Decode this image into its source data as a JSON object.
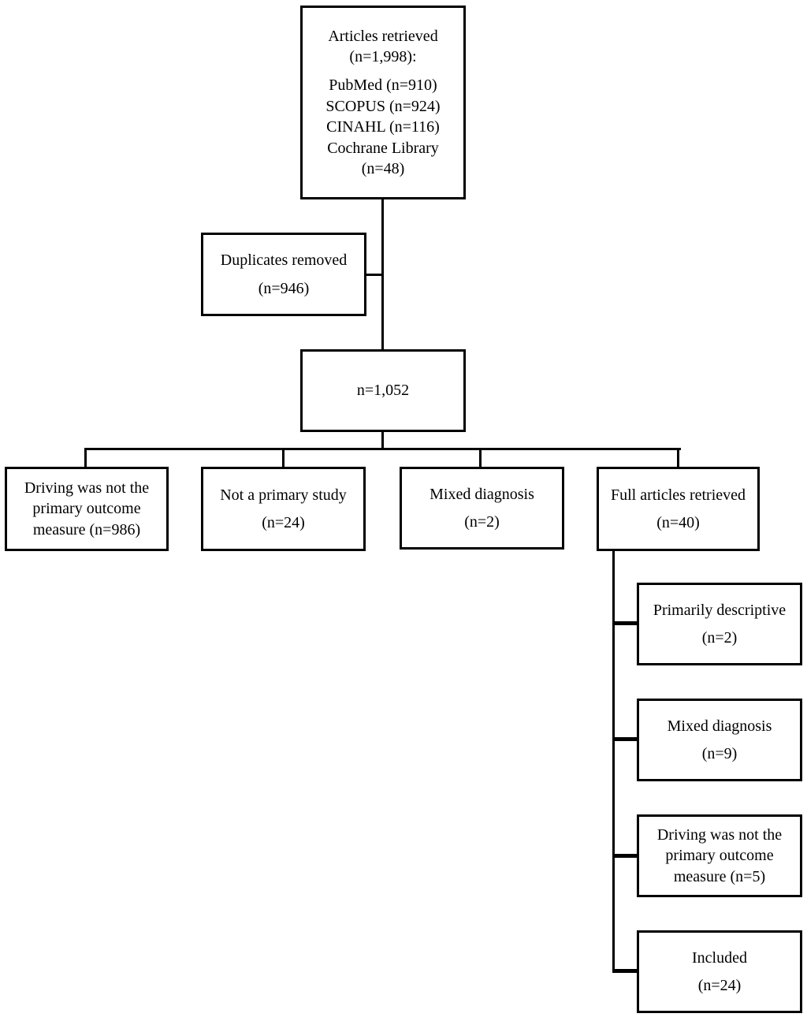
{
  "diagram": {
    "type": "flowchart",
    "colors": {
      "background": "#ffffff",
      "line": "#000000",
      "text": "#000000"
    },
    "boxes": {
      "articles_retrieved": {
        "heading": [
          "Articles retrieved",
          "(n=1,998):"
        ],
        "sources": [
          "PubMed (n=910)",
          "SCOPUS (n=924)",
          "CINAHL (n=116)",
          "Cochrane Library (n=48)"
        ]
      },
      "duplicates_removed": {
        "label": "Duplicates removed",
        "count": "(n=946)"
      },
      "after_duplicates": {
        "label": "n=1,052"
      },
      "driving_not_primary_986": {
        "label": "Driving was not the primary outcome measure (n=986)"
      },
      "not_primary_study": {
        "label": "Not a primary study",
        "count": "(n=24)"
      },
      "mixed_diagnosis_2": {
        "label": "Mixed diagnosis",
        "count": "(n=2)"
      },
      "full_articles_retrieved": {
        "label": "Full articles retrieved",
        "count": "(n=40)"
      },
      "primarily_descriptive": {
        "label": "Primarily descriptive",
        "count": "(n=2)"
      },
      "mixed_diagnosis_9": {
        "label": "Mixed diagnosis",
        "count": "(n=9)"
      },
      "driving_not_primary_5": {
        "label": "Driving was not the primary outcome measure (n=5)"
      },
      "included": {
        "label": "Included",
        "count": "(n=24)"
      }
    }
  }
}
